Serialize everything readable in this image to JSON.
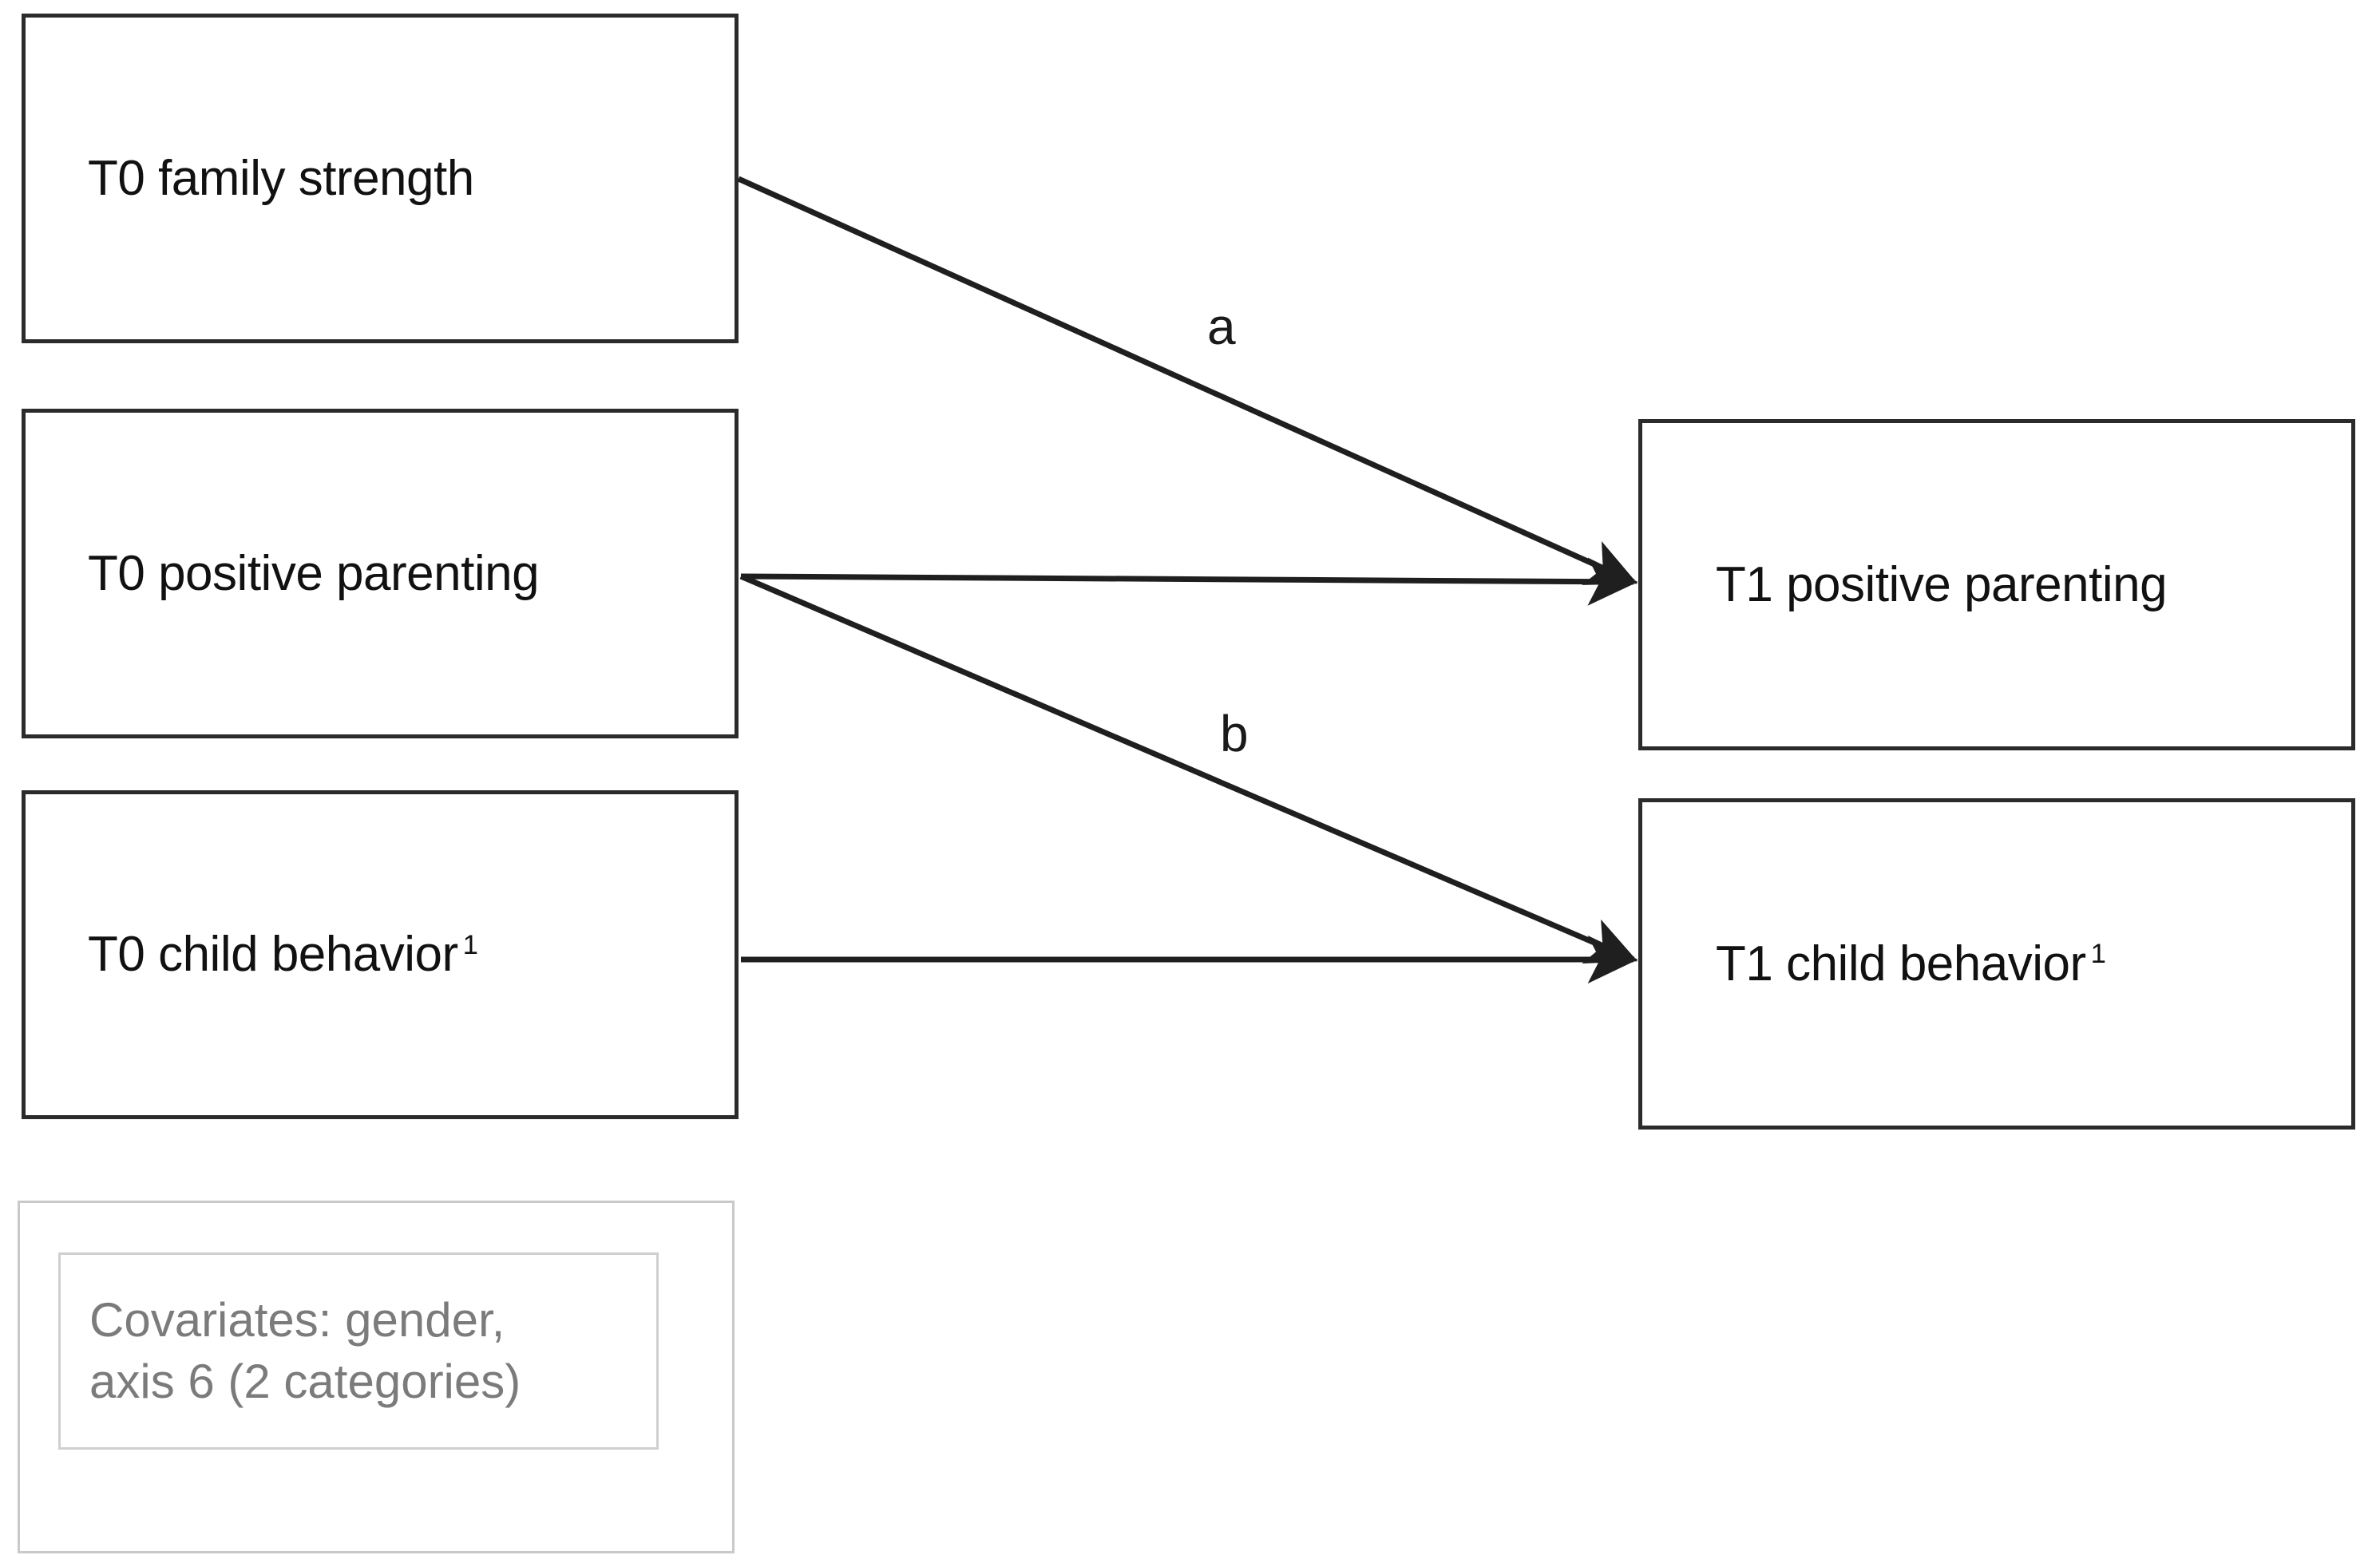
{
  "diagram": {
    "title_visible": false,
    "background_color": "#ffffff",
    "line_color": "#2b2b2b",
    "muted_color": "#7b7b7b",
    "nodes": [
      {
        "id": "t0-family-strength",
        "label": "T0 family strength",
        "superscript": "",
        "column": "left",
        "order": 1
      },
      {
        "id": "t0-positive-parenting",
        "label": "T0 positive parenting",
        "superscript": "",
        "column": "left",
        "order": 2
      },
      {
        "id": "t0-child-behavior",
        "label": "T0 child behavior",
        "superscript": "1",
        "column": "left",
        "order": 3
      },
      {
        "id": "t1-positive-parenting",
        "label": "T1 positive parenting",
        "superscript": "",
        "column": "right",
        "order": 1
      },
      {
        "id": "t1-child-behavior",
        "label": "T1 child behavior",
        "superscript": "1",
        "column": "right",
        "order": 2
      }
    ],
    "edges": [
      {
        "id": "edge-a",
        "from": "t0-family-strength",
        "to": "t1-positive-parenting",
        "label": "a",
        "style": "solid-arrow"
      },
      {
        "id": "edge-pp",
        "from": "t0-positive-parenting",
        "to": "t1-positive-parenting",
        "label": "",
        "style": "solid-arrow"
      },
      {
        "id": "edge-b",
        "from": "t0-positive-parenting",
        "to": "t1-child-behavior",
        "label": "b",
        "style": "solid-arrow"
      },
      {
        "id": "edge-cb",
        "from": "t0-child-behavior",
        "to": "t1-child-behavior",
        "label": "",
        "style": "solid-arrow"
      }
    ],
    "covariates": {
      "text": "Covariates: gender,\naxis 6 (2 categories)"
    }
  }
}
